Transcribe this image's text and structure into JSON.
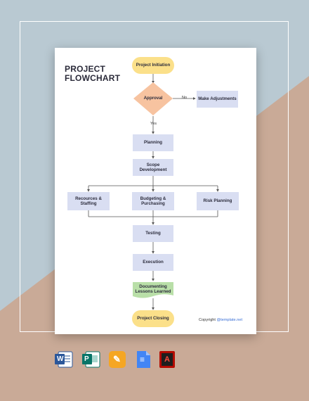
{
  "diagram": {
    "title": "PROJECT\nFLOWCHART",
    "nodes": {
      "start": "Project Initiation",
      "approval": "Approval",
      "adjust": "Make Adjustments",
      "planning": "Planning",
      "scope": "Scope Development",
      "resources": "Recources & Staffing",
      "budgeting": "Budgeting & Purchasing",
      "risk": "Risk Planning",
      "testing": "Testing",
      "execution": "Execution",
      "lessons": "Documenting Lessons Learned",
      "closing": "Project Closing"
    },
    "edge_labels": {
      "no": "No",
      "yes": "Yes"
    },
    "copyright": {
      "prefix": "Copyright ",
      "brand": "@template.net"
    }
  },
  "colors": {
    "bg_blue": "#b9c9d2",
    "bg_tan": "#c9aa97",
    "node_rect": "#d9def2",
    "node_pill": "#fbe08a",
    "decision": "#f7c3a0",
    "doc": "#b9dfa8"
  },
  "app_icons": [
    {
      "name": "word-icon",
      "letter": "W",
      "color": "#2b579a"
    },
    {
      "name": "publisher-icon",
      "letter": "P",
      "color": "#077568"
    },
    {
      "name": "pages-icon",
      "letter": "✎",
      "color": "#f5a623"
    },
    {
      "name": "google-docs-icon",
      "letter": "≡",
      "color": "#4285f4"
    },
    {
      "name": "pdf-icon",
      "letter": "A",
      "color": "#b30b00"
    }
  ]
}
